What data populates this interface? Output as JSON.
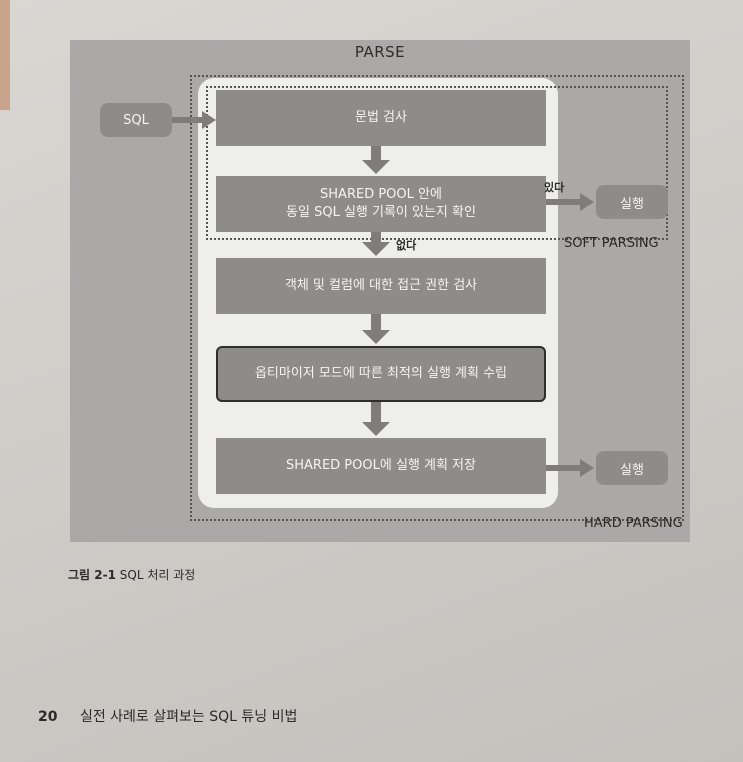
{
  "figure": {
    "title": "PARSE",
    "sql_label": "SQL",
    "step1": "문법 검사",
    "step2_line1": "SHARED POOL 안에",
    "step2_line2": "동일 SQL 실행 기록이 있는지 확인",
    "step3": "객체 및 컬럼에 대한 접근 권한 검사",
    "step4": "옵티마이저 모드에 따른 최적의 실행 계획 수립",
    "step5": "SHARED POOL에 실행 계획 저장",
    "yes_label": "있다",
    "no_label": "없다",
    "exec_label_1": "실행",
    "exec_label_2": "실행",
    "soft_parsing": "SOFT PARSING",
    "hard_parsing": "HARD PARSING"
  },
  "caption": {
    "number": "그림 2-1",
    "text": "SQL 처리 과정"
  },
  "footer": {
    "page_number": "20",
    "book_title": "실전 사례로 살펴보는 SQL 튜닝 비법"
  },
  "colors": {
    "figure_bg": "#aaa9a7",
    "box_fill": "#8d8c8a",
    "panel": "#eeeeec",
    "page": "#d3d1cc"
  }
}
